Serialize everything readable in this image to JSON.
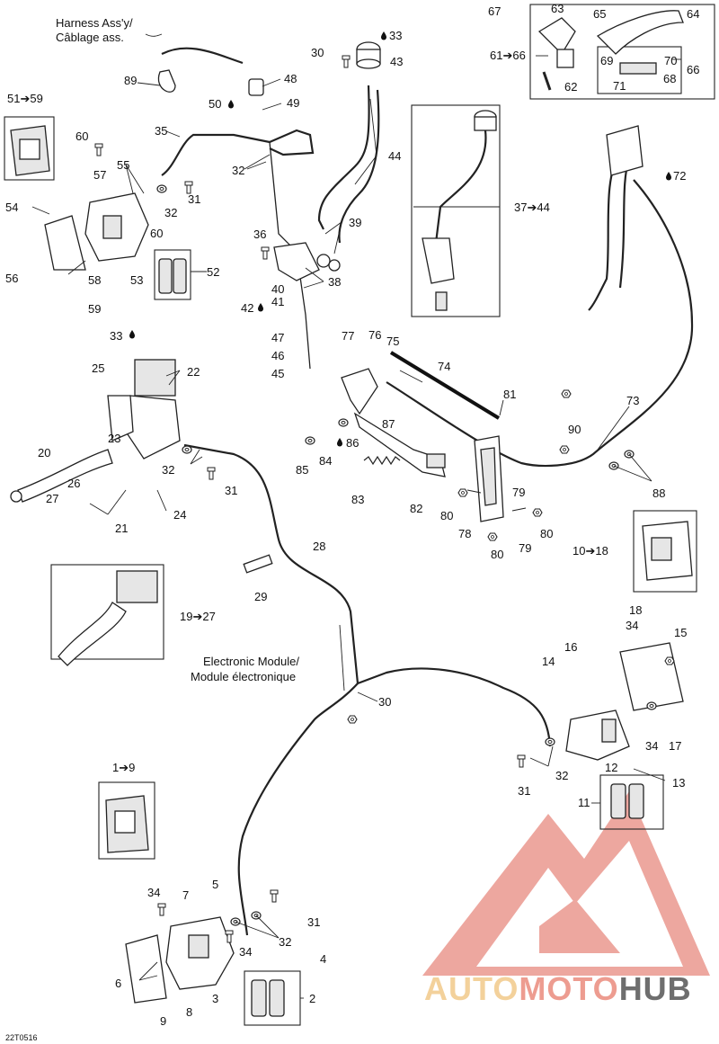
{
  "diagram": {
    "captions": {
      "harness": "Harness Ass'y/",
      "harness_fr": "Câblage ass.",
      "module": "Electronic Module/",
      "module_fr": "Module électronique"
    },
    "code": "22T0516",
    "brand": {
      "part1": "AUTO",
      "part2": "MOTO",
      "part3": "HUB",
      "color1": "#f0c27a",
      "color2": "#e87b6b",
      "color3": "#3e3e3e"
    },
    "callouts": {
      "c1": "1➔9",
      "c2": "2",
      "c3": "3",
      "c4": "4",
      "c5": "5",
      "c6": "6",
      "c7": "7",
      "c8": "8",
      "c9": "9",
      "c10": "10➔18",
      "c11": "11",
      "c12": "12",
      "c13": "13",
      "c14": "14",
      "c15": "15",
      "c16": "16",
      "c17": "17",
      "c18": "18",
      "c19": "19➔27",
      "c20": "20",
      "c21": "21",
      "c22": "22",
      "c23": "23",
      "c24": "24",
      "c25": "25",
      "c26": "26",
      "c27": "27",
      "c28": "28",
      "c29": "29",
      "c30a": "30",
      "c30b": "30",
      "c31a": "31",
      "c31b": "31",
      "c31c": "31",
      "c31d": "31",
      "c32a": "32",
      "c32b": "32",
      "c32c": "32",
      "c32d": "32",
      "c32e": "32",
      "c33a": "33",
      "c33b": "33",
      "c34a": "34",
      "c34b": "34",
      "c34c": "34",
      "c34d": "34",
      "c35": "35",
      "c36": "36",
      "c37": "37➔44",
      "c38": "38",
      "c39": "39",
      "c40": "40",
      "c41": "41",
      "c42": "42",
      "c43": "43",
      "c44": "44",
      "c45": "45",
      "c46": "46",
      "c47": "47",
      "c48": "48",
      "c49": "49",
      "c50": "50",
      "c51": "51➔59",
      "c52": "52",
      "c53": "53",
      "c54": "54",
      "c55": "55",
      "c56": "56",
      "c57": "57",
      "c58": "58",
      "c59": "59",
      "c60a": "60",
      "c60b": "60",
      "c61": "61➔66",
      "c62": "62",
      "c63": "63",
      "c64": "64",
      "c65": "65",
      "c66": "66",
      "c67": "67",
      "c68": "68",
      "c69": "69",
      "c70": "70",
      "c71": "71",
      "c72": "72",
      "c73": "73",
      "c74": "74",
      "c75": "75",
      "c76": "76",
      "c77": "77",
      "c78": "78",
      "c79a": "79",
      "c79b": "79",
      "c80a": "80",
      "c80b": "80",
      "c80c": "80",
      "c81": "81",
      "c82": "82",
      "c83": "83",
      "c84": "84",
      "c85": "85",
      "c86": "86",
      "c87": "87",
      "c88": "88",
      "c89": "89",
      "c90": "90"
    }
  }
}
